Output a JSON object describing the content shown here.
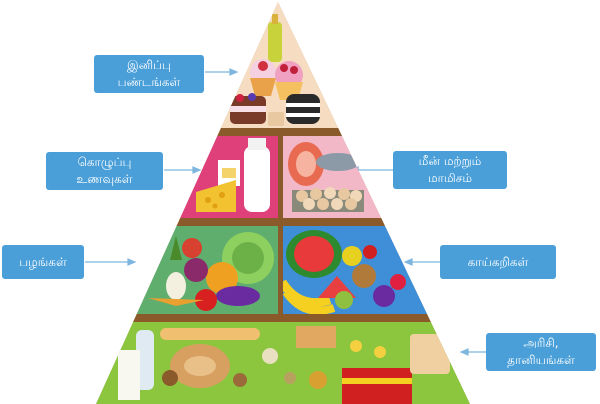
{
  "labels": {
    "sweets": {
      "line1": "இனிப்பு",
      "line2": "பண்டங்கள்"
    },
    "fats": {
      "line1": "கொழுப்பு",
      "line2": "உணவுகள்"
    },
    "fish_meat": {
      "line1": "மீன் மற்றும்",
      "line2": "மாமிசம்"
    },
    "fruits": {
      "line1": "பழங்கள்"
    },
    "vegetables": {
      "line1": "காய்கறிகள்"
    },
    "grains": {
      "line1": "அரிசி,",
      "line2": "தானியங்கள்"
    }
  },
  "colors": {
    "label_bg": "#4a9fd9",
    "pyramid_outline": "#8a5a2b",
    "tier_sweets": "#f6dcc0",
    "tier_fats": "#e0407a",
    "tier_fish": "#f2b8c8",
    "tier_fruits": "#5fae6e",
    "tier_vegetables": "#3f8fd8",
    "tier_grains": "#8cc63f"
  }
}
